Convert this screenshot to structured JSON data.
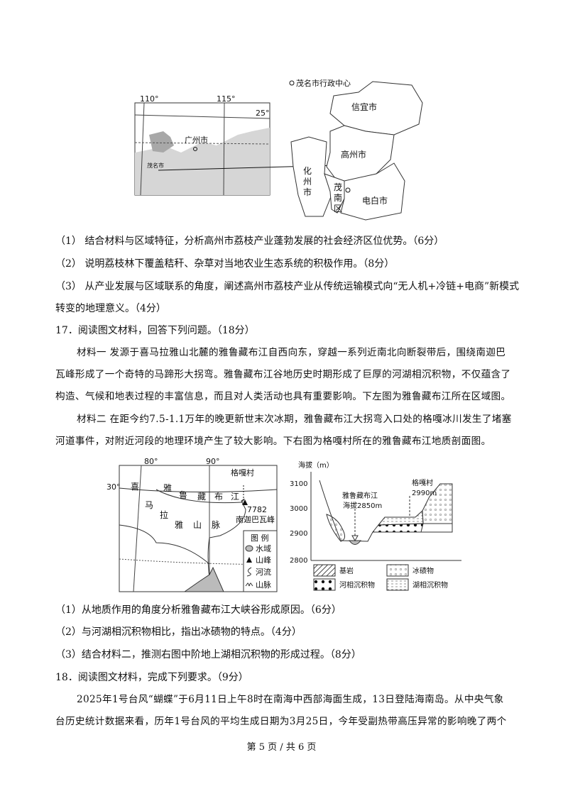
{
  "figure1": {
    "left_map": {
      "lon1": "110°",
      "lon2": "115°",
      "lat": "25°",
      "guangzhou": "广州市",
      "maoming": "茂名市"
    },
    "right_map": {
      "legend": "茂名市行政中心",
      "xinyi": "信宜市",
      "gaozhou": "高州市",
      "huazhou": [
        "化",
        "州",
        "市"
      ],
      "maonan": [
        "茂",
        "南",
        "区"
      ],
      "dianbai": "电白市"
    }
  },
  "q16": {
    "items": [
      "（1） 结合材料与区域特征，分析高州市荔枝产业蓬勃发展的社会经济区位优势。（6分）",
      "（2） 说明荔枝林下覆盖秸秆、杂草对当地农业生态系统的积极作用。（8分）",
      "（3） 从产业发展与区域联系的角度，阐述高州市荔枝产业从传统运输模式向“无人机+冷链+电商”新模式",
      "转变的地理意义。（4分）"
    ]
  },
  "q17": {
    "heading": "17．阅读图文材料，回答下列问题。（18分）",
    "material": [
      "材料一  发源于喜马拉雅山北麓的雅鲁藏布江自西向东，穿越一系列近南北向断裂带后，围绕南迦巴",
      "瓦峰形成了一个奇特的马蹄形大拐弯。雅鲁藏布江谷地历史时期形成了巨厚的河湖相沉积物，不仅蕴含了",
      "构造、气候和地表过程的丰富信息，而且对人类活动也具有重要影响。下左图为雅鲁藏布江所在区域图。",
      "材料二  在距今约7.5-1.1万年的晚更新世末次冰期，雅鲁藏布江大拐弯入口处的格嘎冰川发生了堵塞",
      "河道事件，对附近河段的地理环境产生了较大影响。下右图为格嘎村所在的雅鲁藏布江地质剖面图。"
    ],
    "left_map": {
      "lon1": "80°",
      "lon2": "90°",
      "lat": "30°",
      "village": "格嘎村",
      "river": [
        "雅",
        "鲁",
        "藏",
        "布",
        "江"
      ],
      "range": [
        "喜",
        "马",
        "拉",
        "雅",
        "山",
        "脉"
      ],
      "peak_height": "7782",
      "peak_name": "南迦巴瓦峰",
      "legend_title": "图 例",
      "legend": [
        "水域",
        "山峰",
        "河流",
        "山脉"
      ]
    },
    "profile": {
      "y_label": "海拔（m）",
      "ticks": [
        "3100",
        "3000",
        "2900",
        "2800"
      ],
      "river_label": "雅鲁藏布江",
      "river_alt": "海拔2850m",
      "village": "格嘎村",
      "village_alt": "2990m",
      "legend": [
        "基岩",
        "冰碛物",
        "河相沉积物",
        "湖相沉积物"
      ]
    },
    "items": [
      "（1）从地质作用的角度分析雅鲁藏布江大峡谷形成原因。（6分）",
      "（2）与河湖相沉积物相比，指出冰碛物的特点。（4分）",
      "（3）结合材料二，推测右图中阶地上湖相沉积物的形成过程。（8分）"
    ]
  },
  "q18": {
    "heading": "18．阅读图文材料，完成下列要求。（9分）",
    "lines": [
      "2025年1号台风“蝴蝶”于6月11日上午8时在南海中西部海面生成，13日登陆海南岛。从中央气象",
      "台历史统计数据来看，历年1号台风的平均生成日期为3月25日，今年受副热带高压异常的影响晚了两个"
    ]
  },
  "footer": "第 5 页 / 共 6 页"
}
